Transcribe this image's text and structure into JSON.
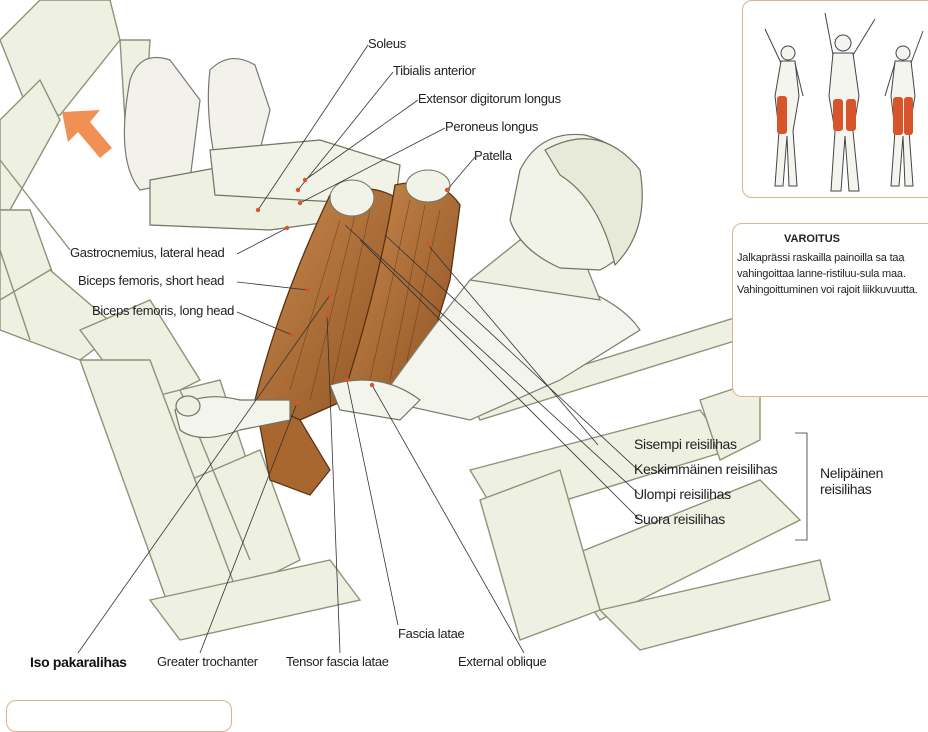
{
  "anatomy_labels": {
    "soleus": "Soleus",
    "tibialis_anterior": "Tibialis anterior",
    "extensor_digitorum_longus": "Extensor digitorum longus",
    "peroneus_longus": "Peroneus longus",
    "patella": "Patella",
    "gastrocnemius_lateral": "Gastrocnemius, lateral head",
    "biceps_short": "Biceps femoris, short head",
    "biceps_long": "Biceps femoris, long head",
    "fascia_latae": "Fascia latae",
    "greater_trochanter": "Greater trochanter",
    "tensor_fascia_latae": "Tensor fascia latae",
    "external_oblique": "External oblique",
    "iso_pakaralihas": "Iso pakaralihas"
  },
  "quadriceps": {
    "items": [
      "Sisempi reisilihas",
      "Keskimmäinen reisilihas",
      "Ulompi reisilihas",
      "Suora reisilihas"
    ],
    "group_line1": "Nelipäinen",
    "group_line2": "reisilihas"
  },
  "warning": {
    "title": "VAROITUS",
    "text": "Jalkaprässi raskailla painoilla sa taa vahingoittaa lanne-ristiluu-sula maa. Vahingoittuminen voi rajoit liikkuvuutta."
  },
  "colors": {
    "muscle": "#b8743a",
    "muscle_dark": "#7a4418",
    "machine": "#e6ead6",
    "machine_line": "#8c9478",
    "arrow": "#f08a4b",
    "box_border": "#d9b38a",
    "highlight_red": "#d8542a"
  }
}
